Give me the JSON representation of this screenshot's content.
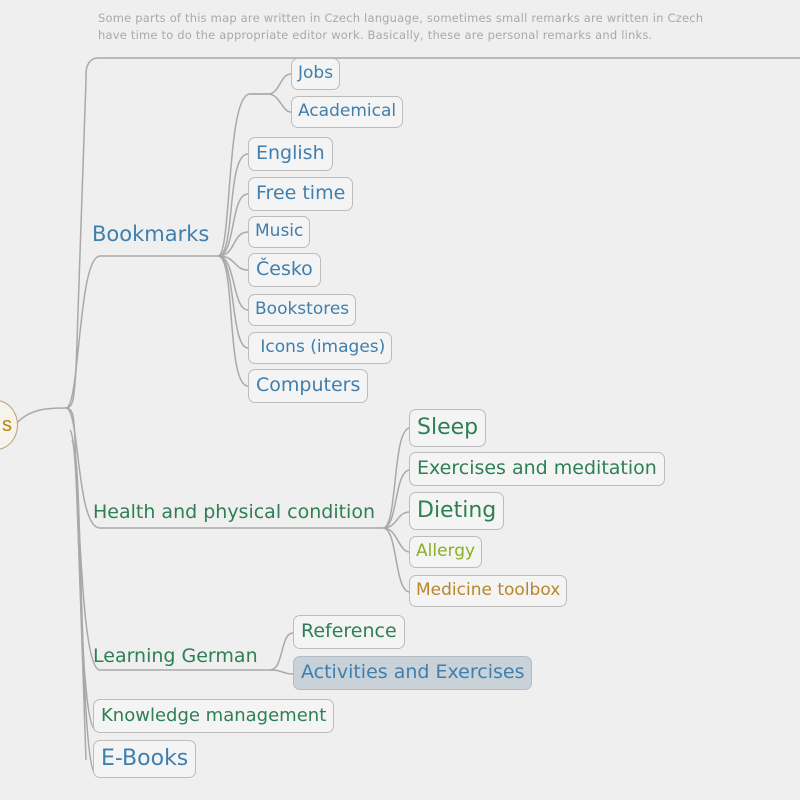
{
  "note": {
    "line1": "Some parts of this map are written in Czech language, sometimes small remarks are written in Czech",
    "line2": "have time to do the appropriate editor work. Basically, these are personal remarks and links."
  },
  "root": {
    "label": "s"
  },
  "branches": {
    "bookmarks": {
      "label": "Bookmarks",
      "children": [
        "Jobs",
        "Academical",
        "English",
        "Free time",
        "Music",
        "Česko",
        "Bookstores",
        " Icons (images)",
        "Computers"
      ]
    },
    "health": {
      "label": "Health and physical condition",
      "children": [
        "Sleep",
        "Exercises and meditation",
        "Dieting",
        "Allergy",
        "Medicine toolbox"
      ]
    },
    "german": {
      "label": "Learning German",
      "children": [
        "Reference",
        "Activities and Exercises"
      ]
    },
    "knowledge": {
      "label": "Knowledge management"
    },
    "ebooks": {
      "label": "E-Books"
    }
  },
  "colors": {
    "edge": "#a9a9a9",
    "blue": "#3f7fae",
    "green": "#2e7f55",
    "lime": "#8ab022",
    "orange": "#b8862b",
    "root": "#b8860b"
  }
}
